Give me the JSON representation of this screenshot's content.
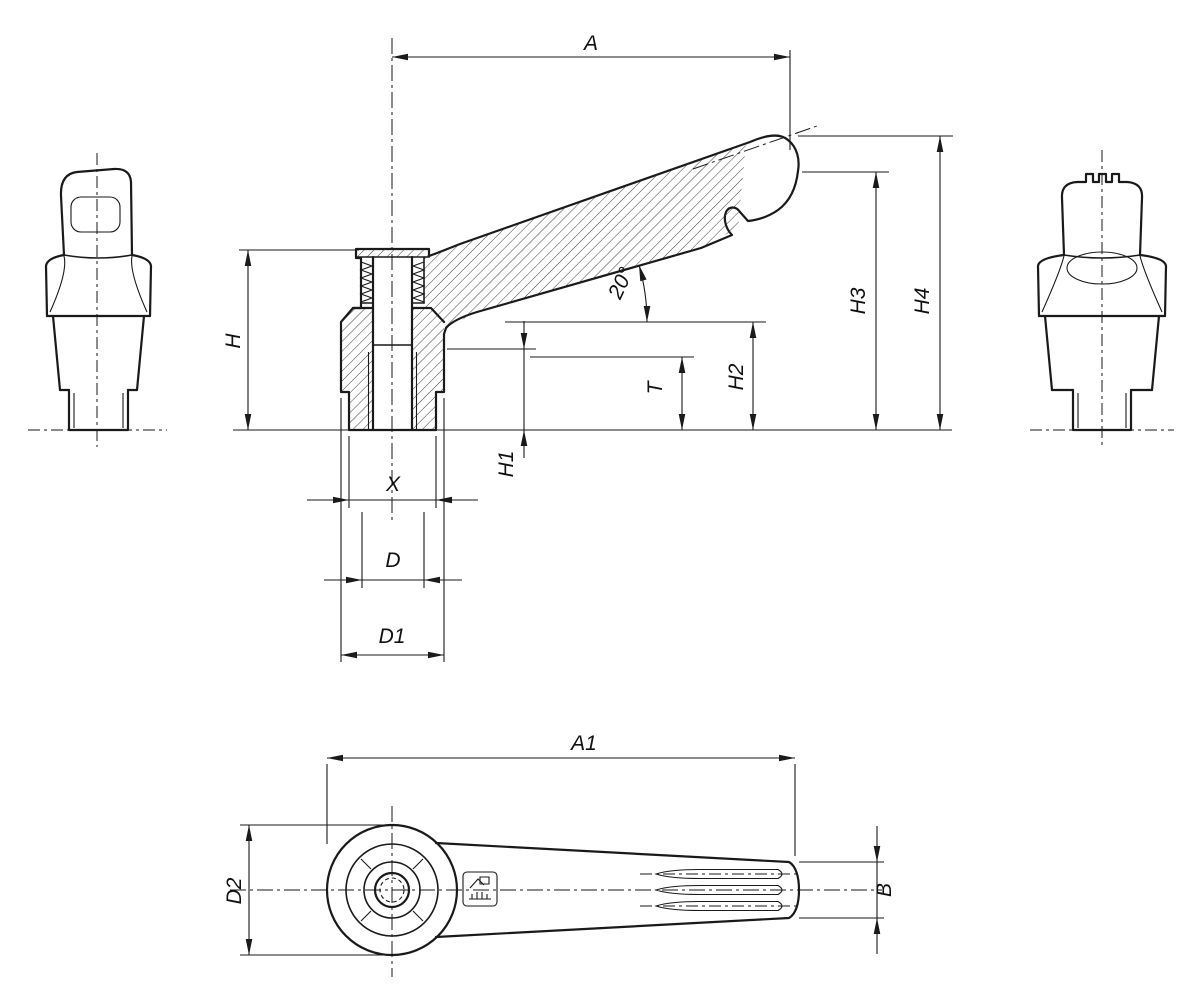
{
  "drawing": {
    "type": "technical-drawing",
    "views": {
      "front": "front-view",
      "side": "side-section-view",
      "rear": "rear-view",
      "top": "top-view"
    },
    "labels": {
      "A": "A",
      "H": "H",
      "H1": "H1",
      "H2": "H2",
      "H3": "H3",
      "H4": "H4",
      "T": "T",
      "X": "X",
      "D": "D",
      "D1": "D1",
      "D2": "D2",
      "A1": "A1",
      "B": "B",
      "angle": "20°"
    },
    "colors": {
      "line": "#1a1a1a",
      "background": "#ffffff"
    }
  }
}
